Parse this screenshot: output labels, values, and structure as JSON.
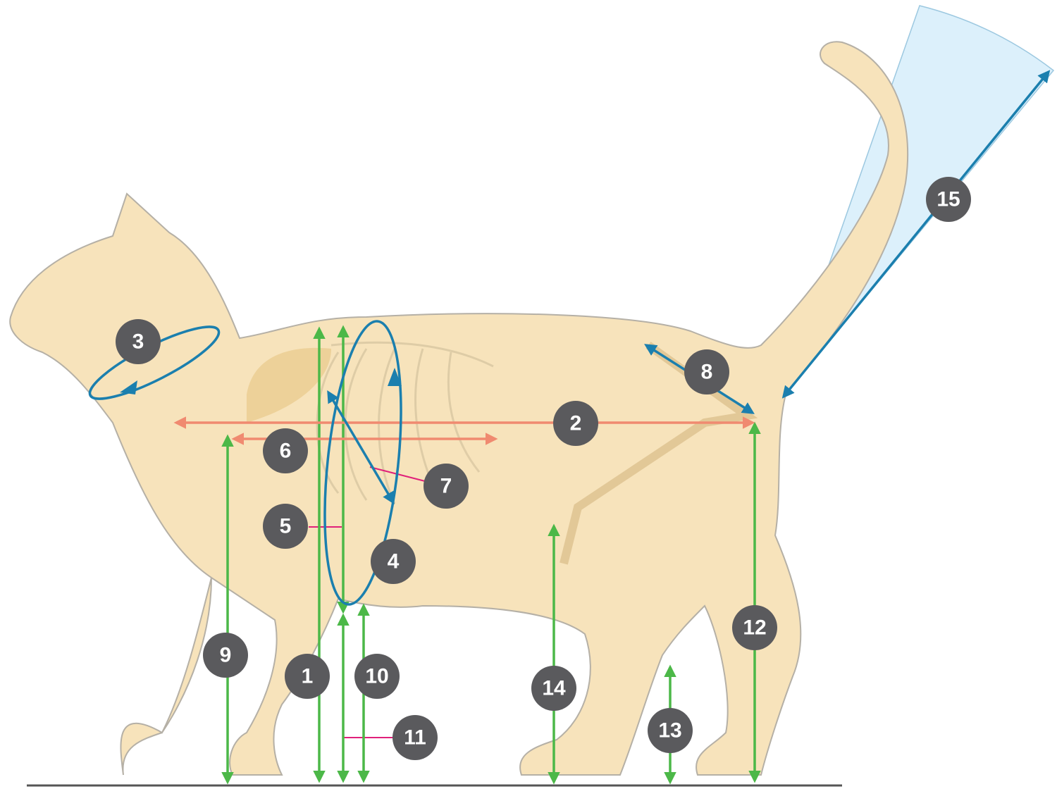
{
  "title": "Cat body measurements diagram",
  "colors": {
    "body": "#f7e3bb",
    "vertical_measure": "#4cb848",
    "circumference_measure": "#1b7fae",
    "length_measure": "#f08a70",
    "badge": "#5a5a5d",
    "leader_line": "#e0207a",
    "tail_angle_fill": "#dcf0fb"
  },
  "badges": [
    "1",
    "2",
    "3",
    "4",
    "5",
    "6",
    "7",
    "8",
    "9",
    "10",
    "11",
    "12",
    "13",
    "14",
    "15"
  ]
}
